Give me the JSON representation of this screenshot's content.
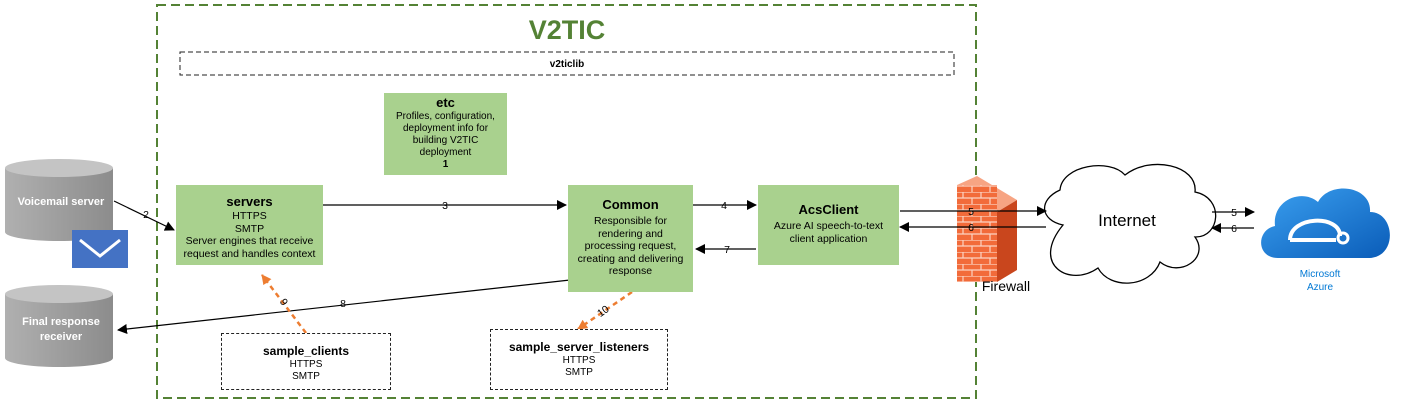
{
  "title": "V2TIC",
  "lib_label": "v2ticlib",
  "etc": {
    "title": "etc",
    "desc": "Profiles, configuration, deployment info for building V2TIC deployment",
    "step": "1"
  },
  "servers": {
    "title": "servers",
    "protocols": [
      "HTTPS",
      "SMTP"
    ],
    "desc": "Server engines that receive request and handles context"
  },
  "common": {
    "title": "Common",
    "desc": "Responsible for rendering and processing request, creating and delivering response"
  },
  "acs": {
    "title": "AcsClient",
    "desc": "Azure AI speech-to-text client application"
  },
  "sample_clients": {
    "title": "sample_clients",
    "protocols": [
      "HTTPS",
      "SMTP"
    ]
  },
  "sample_listeners": {
    "title": "sample_server_listeners",
    "protocols": [
      "HTTPS",
      "SMTP"
    ]
  },
  "voicemail": "Voicemail server",
  "final_receiver": [
    "Final response",
    "receiver"
  ],
  "firewall": "Firewall",
  "internet": "Internet",
  "azure": [
    "Microsoft",
    "Azure"
  ],
  "arrow_labels": {
    "a2": "2",
    "a3": "3",
    "a4": "4",
    "a5": "5",
    "a6": "6",
    "a7": "7",
    "a8": "8",
    "a9": "9",
    "a10": "10",
    "b5": "5",
    "b6": "6"
  },
  "colors": {
    "frame_green": "#548235",
    "box_green": "#a9d18e",
    "cylinder": "#a6a6a6",
    "mail_blue": "#4472c4",
    "azure_blue": "#0078d4",
    "dashed_orange": "#ed7d31",
    "firewall": "#f4622a"
  }
}
